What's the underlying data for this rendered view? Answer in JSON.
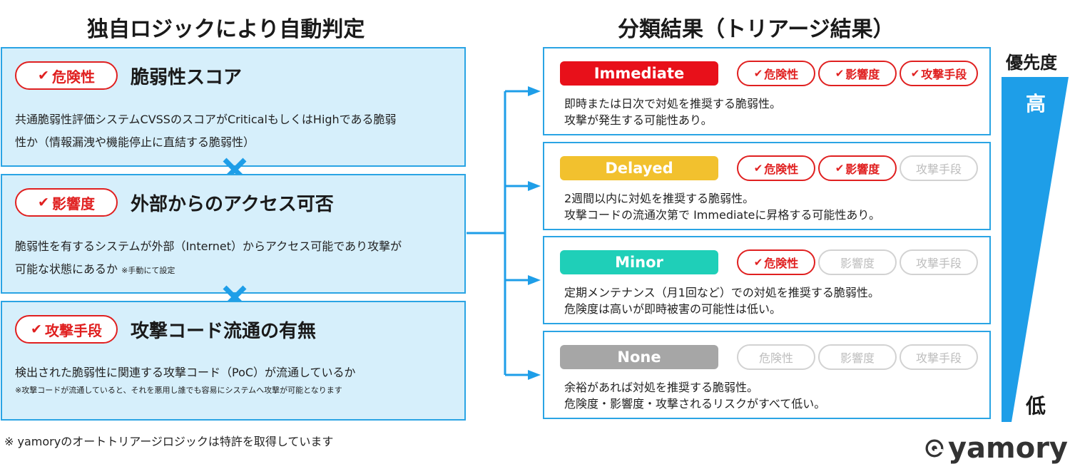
{
  "left_heading": "独自ロジックにより自動判定",
  "right_heading": "分類結果（トリアージ結果）",
  "criteria": [
    {
      "badge": "危険性",
      "title": "脆弱性スコア",
      "desc_line1": "共通脆弱性評価システムCVSSのスコアがCriticalもしくはHighである脆弱",
      "desc_line2": "性か（情報漏洩や機能停止に直結する脆弱性）",
      "note": ""
    },
    {
      "badge": "影響度",
      "title": "外部からのアクセス可否",
      "desc_line1": "脆弱性を有するシステムが外部（Internet）からアクセス可能であり攻撃が",
      "desc_line2": "可能な状態にあるか",
      "note": "※手動にて設定"
    },
    {
      "badge": "攻撃手段",
      "title": "攻撃コード流通の有無",
      "desc_line1": "検出された脆弱性に関連する攻撃コード（PoC）が流通しているか",
      "desc_line2": "",
      "note": "※攻撃コードが流通していると、それを悪用し誰でも容易にシステムへ攻撃が可能となります"
    }
  ],
  "tag_labels": [
    "危険性",
    "影響度",
    "攻撃手段"
  ],
  "check_mark": "✔",
  "results": [
    {
      "level": "Immediate",
      "color": "#e8101a",
      "tags_active": [
        true,
        true,
        true
      ],
      "line1": "即時または日次で対処を推奨する脆弱性。",
      "line2": "攻撃が発生する可能性あり。"
    },
    {
      "level": "Delayed",
      "color": "#f2c12e",
      "tags_active": [
        true,
        true,
        false
      ],
      "line1": "2週間以内に対処を推奨する脆弱性。",
      "line2": "攻撃コードの流通次第で Immediateに昇格する可能性あり。"
    },
    {
      "level": "Minor",
      "color": "#1fcfb8",
      "tags_active": [
        true,
        false,
        false
      ],
      "line1": "定期メンテナンス（月1回など）での対処を推奨する脆弱性。",
      "line2": "危険度は高いが即時被害の可能性は低い。"
    },
    {
      "level": "None",
      "color": "#a6a6a6",
      "tags_active": [
        false,
        false,
        false
      ],
      "line1": "余裕があれば対処を推奨する脆弱性。",
      "line2": "危険度・影響度・攻撃されるリスクがすべて低い。"
    }
  ],
  "priority": {
    "label": "優先度",
    "high": "高",
    "low": "低",
    "color": "#1e9ee8"
  },
  "footnote": "※ yamoryのオートトリアージロジックは特許を取得しています",
  "logo": {
    "text": "yamory",
    "icon": "yamory-logo-icon"
  },
  "colors": {
    "accent_blue": "#2aa4e4",
    "criteria_bg": "#d6effb",
    "badge_red": "#e02020",
    "tag_inactive": "#bdbdbd"
  }
}
